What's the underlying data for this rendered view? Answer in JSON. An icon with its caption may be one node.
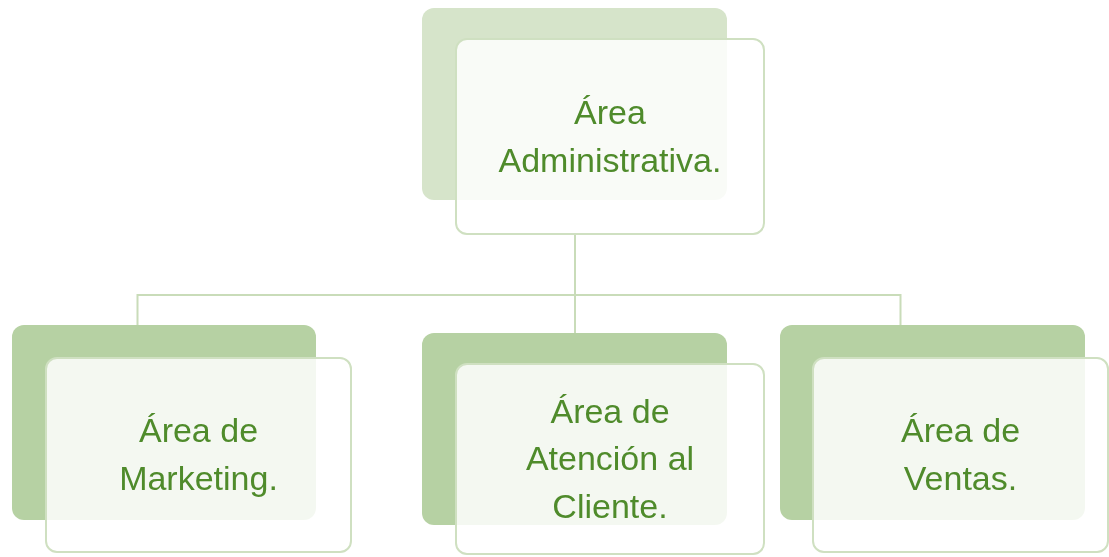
{
  "diagram": {
    "nodes": [
      {
        "text": [
          "Área Administrativa."
        ]
      },
      {
        "text": [
          "Área de Marketing."
        ]
      },
      {
        "text": [
          "Área de Atención al Cliente."
        ]
      },
      {
        "text": [
          "Área de Ventas."
        ]
      }
    ],
    "edges": [
      {
        "from": 0,
        "to": 1,
        "arrow": "none"
      },
      {
        "from": 0,
        "to": 2,
        "arrow": "none"
      },
      {
        "from": 0,
        "to": 3,
        "arrow": "none"
      }
    ]
  }
}
